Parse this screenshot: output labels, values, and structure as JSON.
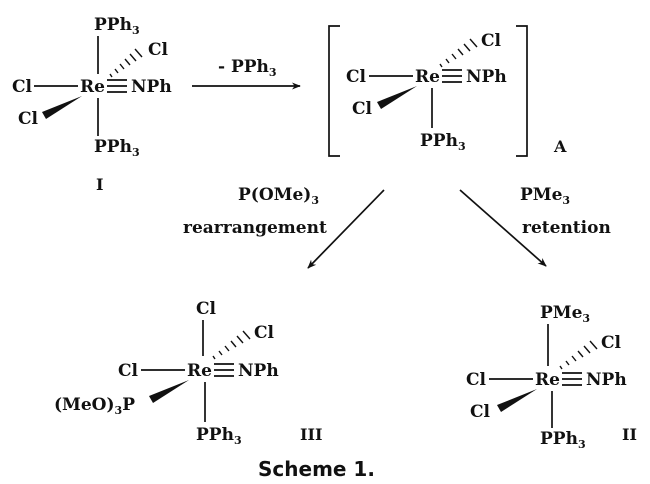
{
  "scheme": {
    "caption": "Scheme 1.",
    "compound_I": {
      "label": "I",
      "top": {
        "main": "PPh",
        "sub": "3"
      },
      "bottom": {
        "main": "PPh",
        "sub": "3"
      },
      "cl_left": "Cl",
      "cl_upper": "Cl",
      "cl_lower": "Cl",
      "metal": "Re",
      "nitrene": "NPh"
    },
    "step1": {
      "reagent": "- PPh",
      "reagent_sub": "3"
    },
    "intermediate_A": {
      "label": "A",
      "cl_upper": "Cl",
      "cl_left": "Cl",
      "cl_lower": "Cl",
      "metal": "Re",
      "nitrene": "NPh",
      "bottom": {
        "main": "PPh",
        "sub": "3"
      }
    },
    "path_left": {
      "reagent": "P(OMe)",
      "reagent_sub": "3",
      "note": "rearrangement"
    },
    "path_right": {
      "reagent": "PMe",
      "reagent_sub": "3",
      "note": "retention"
    },
    "compound_III": {
      "label": "III",
      "top": "Cl",
      "cl_upper": "Cl",
      "cl_left": "Cl",
      "phosphite": {
        "pre": "(MeO)",
        "sub": "3",
        "post": "P"
      },
      "metal": "Re",
      "nitrene": "NPh",
      "bottom": {
        "main": "PPh",
        "sub": "3"
      }
    },
    "compound_II": {
      "label": "II",
      "top": {
        "main": "PMe",
        "sub": "3"
      },
      "cl_upper": "Cl",
      "cl_left": "Cl",
      "cl_lower": "Cl",
      "metal": "Re",
      "nitrene": "NPh",
      "bottom": {
        "main": "PPh",
        "sub": "3"
      }
    }
  }
}
